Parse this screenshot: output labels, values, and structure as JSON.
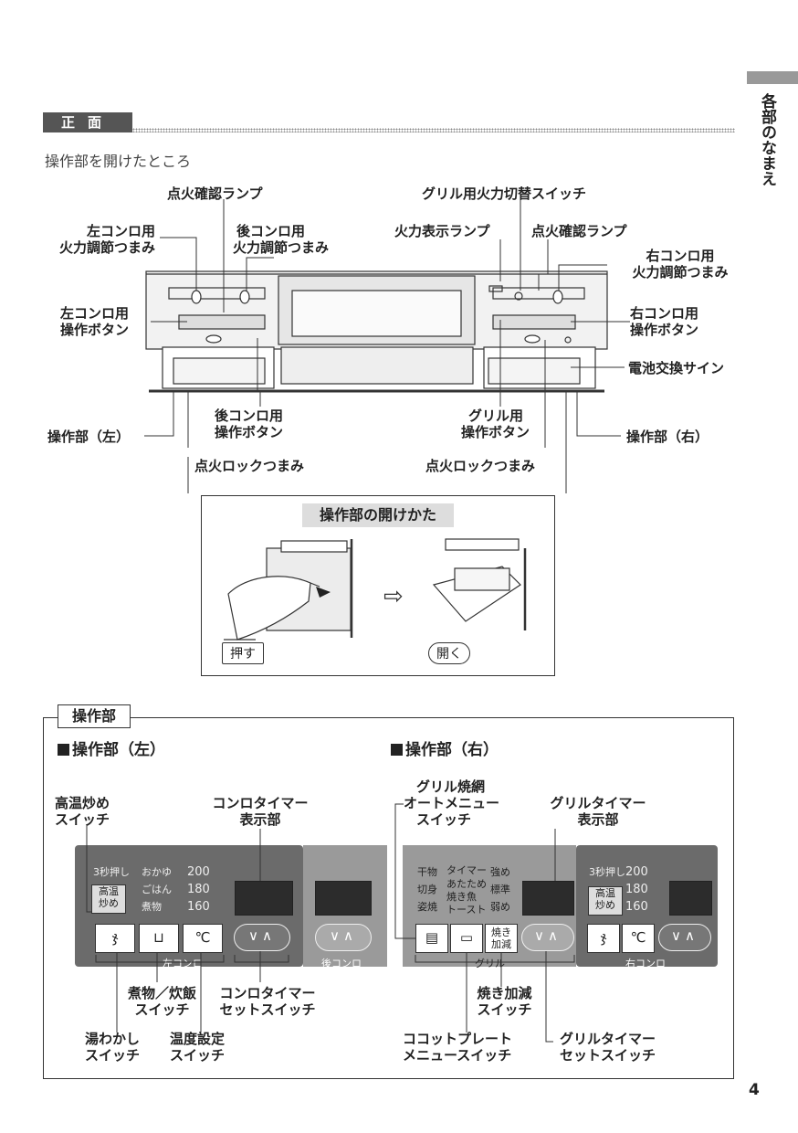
{
  "side_tab": "各部のなまえ",
  "section": {
    "title": "正面",
    "subtitle": "操作部を開けたところ"
  },
  "top_labels": {
    "ignition_lamp_left": "点火確認ランプ",
    "grill_switch": "グリル用火力切替スイッチ",
    "left_knob": [
      "左コンロ用",
      "火力調節つまみ"
    ],
    "rear_knob": [
      "後コンロ用",
      "火力調節つまみ"
    ],
    "heat_lamp": "火力表示ランプ",
    "ignition_lamp_right": "点火確認ランプ",
    "right_knob": [
      "右コンロ用",
      "火力調節つまみ"
    ],
    "left_button": [
      "左コンロ用",
      "操作ボタン"
    ],
    "right_button": [
      "右コンロ用",
      "操作ボタン"
    ],
    "battery_sign": "電池交換サイン",
    "panel_left": "操作部（左）",
    "panel_right": "操作部（右）",
    "rear_button": [
      "後コンロ用",
      "操作ボタン"
    ],
    "grill_button": [
      "グリル用",
      "操作ボタン"
    ],
    "lock_knob_left": "点火ロックつまみ",
    "lock_knob_right": "点火ロックつまみ"
  },
  "inset": {
    "title": "操作部の開けかた",
    "push": "押す",
    "open": "開く",
    "arrow": "⇨"
  },
  "panel_box": {
    "title": "操作部",
    "left_title": "操作部（左）",
    "right_title": "操作部（右）",
    "left": {
      "press3": "3秒押し",
      "menu_col1": [
        "おかゆ",
        "ごはん",
        "煮物"
      ],
      "menu_col2": [
        "200",
        "180",
        "160"
      ],
      "hot_chip": [
        "高温",
        "炒め"
      ],
      "temp_key": "℃",
      "group_label": "左コンロ",
      "rear_label": "後コンロ"
    },
    "right": {
      "menu_col1": [
        "干物",
        "切身",
        "姿焼"
      ],
      "menu_col2": [
        "タイマー",
        "あたため",
        "焼き魚",
        "トースト"
      ],
      "menu_col3": [
        "強め",
        "標準",
        "弱め"
      ],
      "bake_key": [
        "焼き",
        "加減"
      ],
      "group_label": "グリル",
      "press3": "3秒押し",
      "temps": [
        "200",
        "180",
        "160"
      ],
      "hot_chip": [
        "高温",
        "炒め"
      ],
      "temp_key": "℃",
      "right_label": "右コンロ"
    },
    "callouts": {
      "hot_switch": [
        "高温炒め",
        "スイッチ"
      ],
      "timer_display": [
        "コンロタイマー",
        "表示部"
      ],
      "grill_net": [
        "グリル焼網",
        "オートメニュー",
        "スイッチ"
      ],
      "grill_timer_display": [
        "グリルタイマー",
        "表示部"
      ],
      "simmer": [
        "煮物／炊飯",
        "スイッチ"
      ],
      "timer_set": [
        "コンロタイマー",
        "セットスイッチ"
      ],
      "kettle": [
        "湯わかし",
        "スイッチ"
      ],
      "temp_set": [
        "温度設定",
        "スイッチ"
      ],
      "bake_adjust": [
        "焼き加減",
        "スイッチ"
      ],
      "cocotte": [
        "ココットプレート",
        "メニュースイッチ"
      ],
      "grill_timer_set": [
        "グリルタイマー",
        "セットスイッチ"
      ]
    }
  },
  "page_number": "4"
}
